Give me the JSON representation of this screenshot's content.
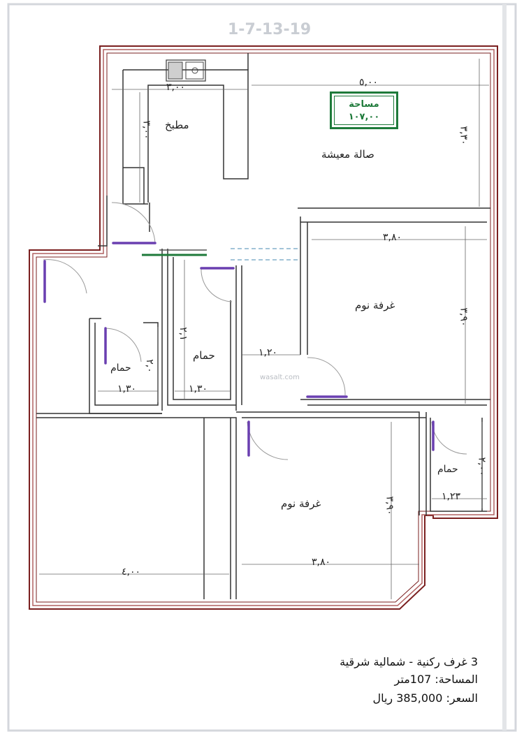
{
  "reference_code": "1-7-13-19",
  "watermark": "wasalt.com",
  "area_box": {
    "title": "مساحة",
    "value": "١٠٧,٠٠"
  },
  "rooms": {
    "kitchen": "مطبخ",
    "living": "صالة معيشة",
    "bedroom_1": "غرفة نوم",
    "bedroom_2": "غرفة نوم",
    "bath_1": "حمام",
    "bath_2": "حمام",
    "bath_3": "حمام"
  },
  "dimensions": {
    "kitchen_w": "٣,٠٠",
    "kitchen_h": "٣,٠٠",
    "living_w": "٥,٠٠",
    "living_h": "٣,٣٠",
    "bed1_w": "٣,٨٠",
    "bed1_h": "٣,٩٠",
    "corridor_w": "١,٢٠",
    "bath1_w": "١,٣٠",
    "bath1_h": "٢,٠",
    "bath2_w": "١,٣٠",
    "bath2_h": "٢,١",
    "bath3_w": "١,٢٣",
    "bath3_h": "٢,٠٠",
    "bed2_w": "٣,٨٠",
    "bed2_h": "٣,٩٠",
    "majlis_w": "٤,٠٠"
  },
  "info": {
    "line1": "3 غرف ركنية - شمالية شرقية",
    "line2": "المساحة: 107متر",
    "line3": "السعر: 385,000 ريال"
  },
  "colors": {
    "wall": "#7a1f1f",
    "wall_inner": "#b06060",
    "door": "#6a3fb0",
    "green": "#1e7a3a"
  }
}
